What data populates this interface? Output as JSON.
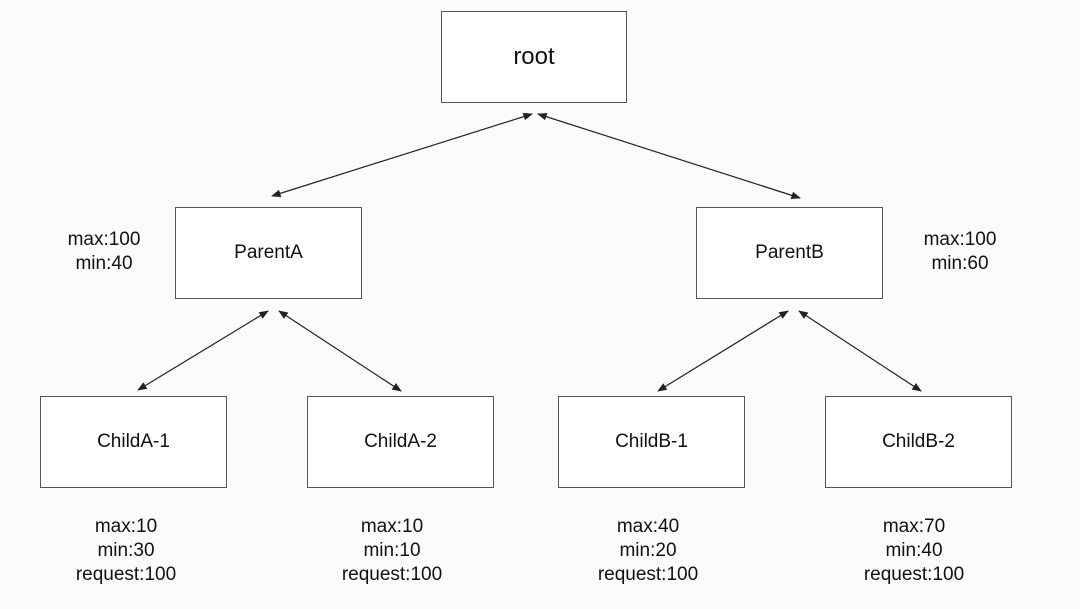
{
  "nodes": {
    "root": "root",
    "parent_a": "ParentA",
    "parent_b": "ParentB",
    "child_a1": "ChildA-1",
    "child_a2": "ChildA-2",
    "child_b1": "ChildB-1",
    "child_b2": "ChildB-2"
  },
  "quotas": {
    "parent_a": {
      "max": "max:100",
      "min": "min:40"
    },
    "parent_b": {
      "max": "max:100",
      "min": "min:60"
    },
    "child_a1": {
      "max": "max:10",
      "min": "min:30",
      "request": "request:100"
    },
    "child_a2": {
      "max": "max:10",
      "min": "min:10",
      "request": "request:100"
    },
    "child_b1": {
      "max": "max:40",
      "min": "min:20",
      "request": "request:100"
    },
    "child_b2": {
      "max": "max:70",
      "min": "min:40",
      "request": "request:100"
    }
  },
  "edges": [
    {
      "from": "root",
      "to": "parent_a",
      "bidirectional": true
    },
    {
      "from": "root",
      "to": "parent_b",
      "bidirectional": true
    },
    {
      "from": "parent_a",
      "to": "child_a1",
      "bidirectional": true
    },
    {
      "from": "parent_a",
      "to": "child_a2",
      "bidirectional": true
    },
    {
      "from": "parent_b",
      "to": "child_b1",
      "bidirectional": true
    },
    {
      "from": "parent_b",
      "to": "child_b2",
      "bidirectional": true
    }
  ],
  "colors": {
    "background": "#fbfbfb",
    "node_border": "#555555",
    "node_fill": "#ffffff",
    "edge": "#222222",
    "text": "#111111"
  }
}
